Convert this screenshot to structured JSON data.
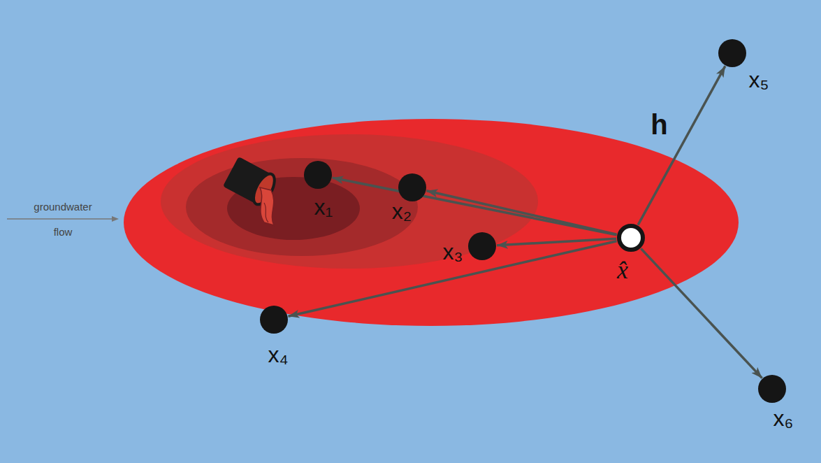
{
  "diagram": {
    "nodes": [
      {
        "text": [
          "x₁"
        ]
      },
      {
        "text": [
          "x₂"
        ]
      },
      {
        "text": [
          "x₃"
        ]
      },
      {
        "text": [
          "x₄"
        ]
      },
      {
        "text": [
          "x₅"
        ]
      },
      {
        "text": [
          "x₆"
        ]
      },
      {
        "text": [
          "x̂"
        ]
      }
    ],
    "edges": [
      {
        "from": 6,
        "to": 0,
        "arrow": "to"
      },
      {
        "from": 6,
        "to": 1,
        "arrow": "to"
      },
      {
        "from": 6,
        "to": 2,
        "arrow": "to"
      },
      {
        "from": 6,
        "to": 3,
        "arrow": "to"
      },
      {
        "from": 6,
        "to": 4,
        "label": "h",
        "arrow": "to"
      },
      {
        "from": 6,
        "to": 5,
        "arrow": "to"
      }
    ],
    "labels": [
      "groundwater flow"
    ]
  }
}
